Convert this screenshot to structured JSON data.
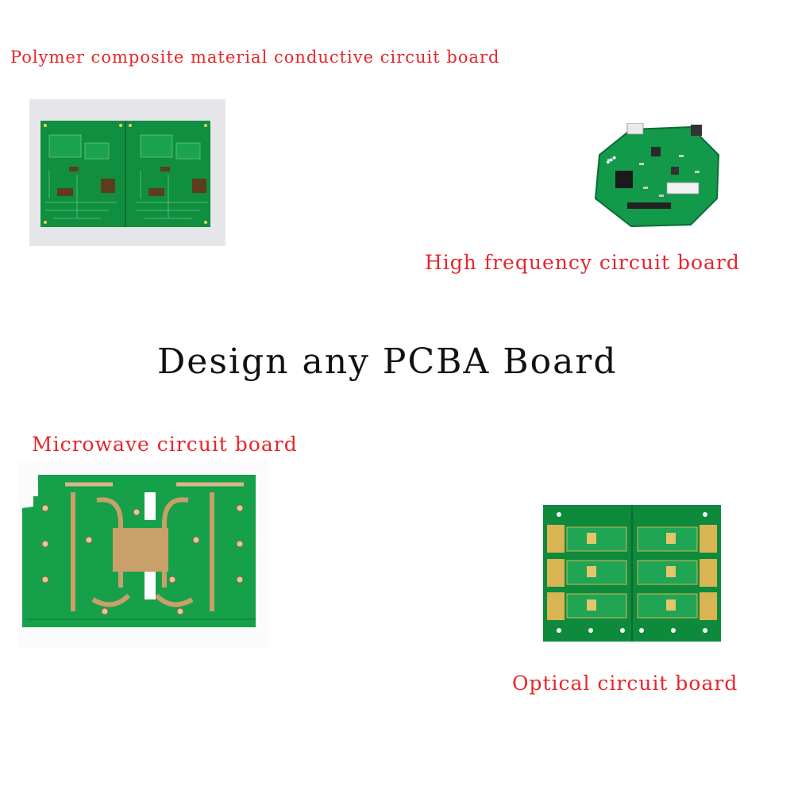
{
  "labels": {
    "polymer": "Polymer composite material conductive circuit board",
    "high_frequency": "High frequency circuit board",
    "microwave": "Microwave circuit board",
    "optical": "Optical circuit board"
  },
  "headline": "Design any PCBA Board",
  "colors": {
    "label": "#e8262b",
    "headline": "#111111",
    "pcb_green": "#0e8a3c",
    "copper": "#c9a06a",
    "gold": "#d8b453"
  }
}
